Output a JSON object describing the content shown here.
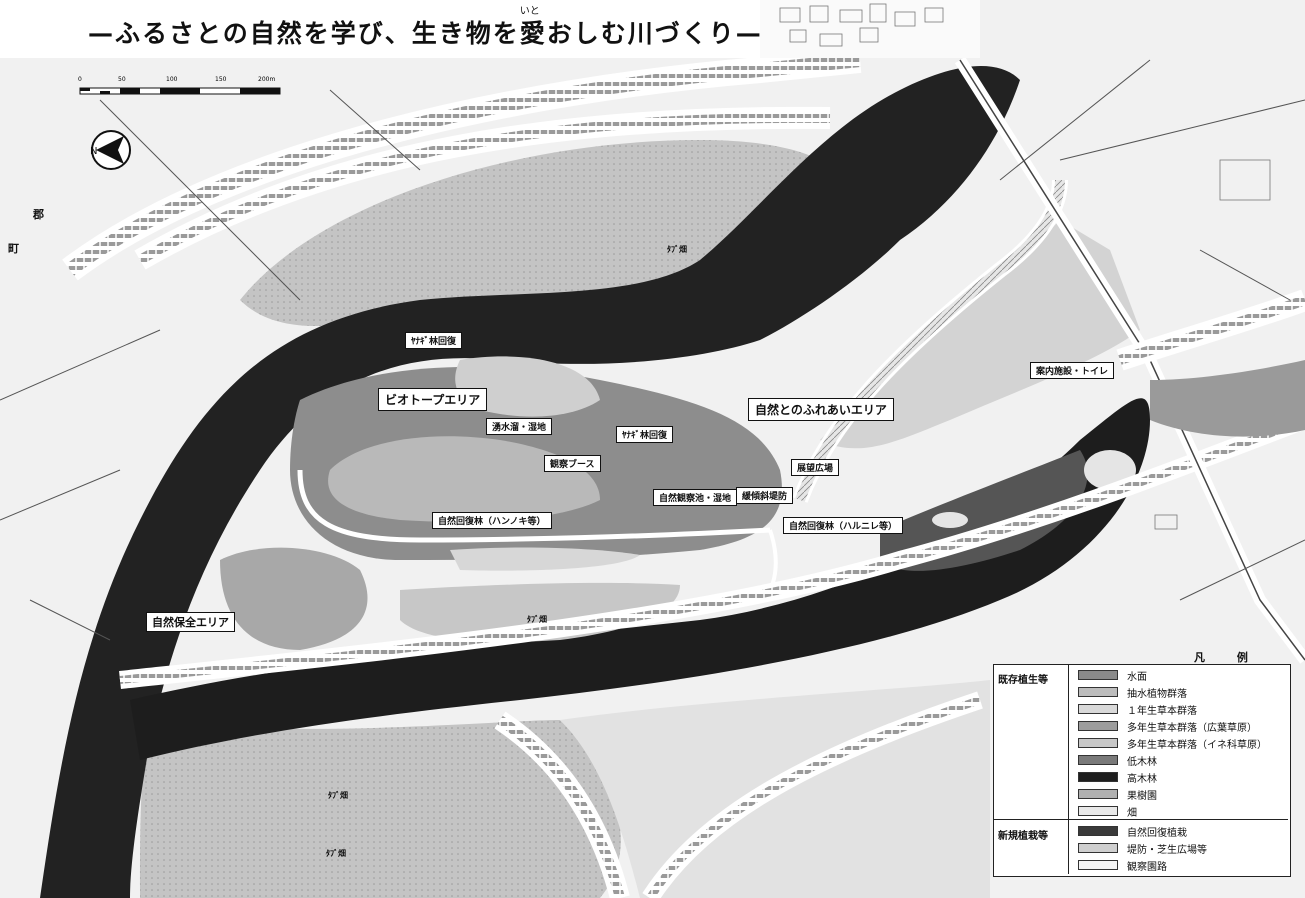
{
  "title": {
    "before": "—ふるさとの自然を学び、生き物を",
    "ruby_base": "愛",
    "ruby_text": "いと",
    "after": "おしむ川づくり—"
  },
  "scale_bar": [
    "0",
    "50",
    "100",
    "150",
    "200m"
  ],
  "side_labels": [
    "郡",
    "町"
  ],
  "zone_labels": {
    "biotope_area": "ビオトープエリア",
    "nature_contact_area": "自然とのふれあいエリア",
    "nature_preserve_area": "自然保全エリア"
  },
  "map_labels": {
    "willow_restore_1": "ﾔﾅｷﾞ林回復",
    "willow_restore_2": "ﾔﾅｷﾞ林回復",
    "marsh": "湧水溜・湿地",
    "observation_booth": "観察ブース",
    "observation_pond": "自然観察池・湿地",
    "slope_revetment": "緩傾斜堤防",
    "viewing_plaza": "展望広場",
    "restore_forest_1": "自然回復林（ハンノキ等）",
    "restore_forest_2": "自然回復林（ハルニレ等）",
    "guide_facility": "案内施設・トイレ",
    "field_1": "ﾀﾌﾞ畑",
    "field_2": "ﾀﾌﾞ畑",
    "field_3": "ﾀﾌﾞ畑",
    "field_4": "ﾀﾌﾞ畑"
  },
  "legend": {
    "title": "凡 例",
    "groups": [
      {
        "label": "既存植生等",
        "items": [
          {
            "label": "水面",
            "color": "#8a8a8a"
          },
          {
            "label": "抽水植物群落",
            "color": "#bdbdbd"
          },
          {
            "label": "１年生草本群落",
            "color": "#d9d9d9"
          },
          {
            "label": "多年生草本群落（広葉草原）",
            "color": "#9d9d9d"
          },
          {
            "label": "多年生草本群落（イネ科草原）",
            "color": "#c8c8c8"
          },
          {
            "label": "低木林",
            "color": "#7a7a7a"
          },
          {
            "label": "高木林",
            "color": "#1e1e1e"
          },
          {
            "label": "果樹園",
            "color": "#b0b0b0"
          },
          {
            "label": "畑",
            "color": "#e8e8e8"
          }
        ]
      },
      {
        "label": "新規植栽等",
        "items": [
          {
            "label": "自然回復植栽",
            "color": "#3a3a3a"
          },
          {
            "label": "堤防・芝生広場等",
            "color": "#cfcfcf"
          },
          {
            "label": "観察園路",
            "color": "#f5f5f5"
          }
        ]
      }
    ]
  },
  "colors": {
    "forest": "#1b1b1b",
    "river": "#2a2a2a",
    "field": "#c2c2c2",
    "grass": "#d6d6d6",
    "paper": "#f4f4f4"
  },
  "icons": {
    "north_arrow": "north-arrow-icon",
    "scale": "scale-bar"
  }
}
